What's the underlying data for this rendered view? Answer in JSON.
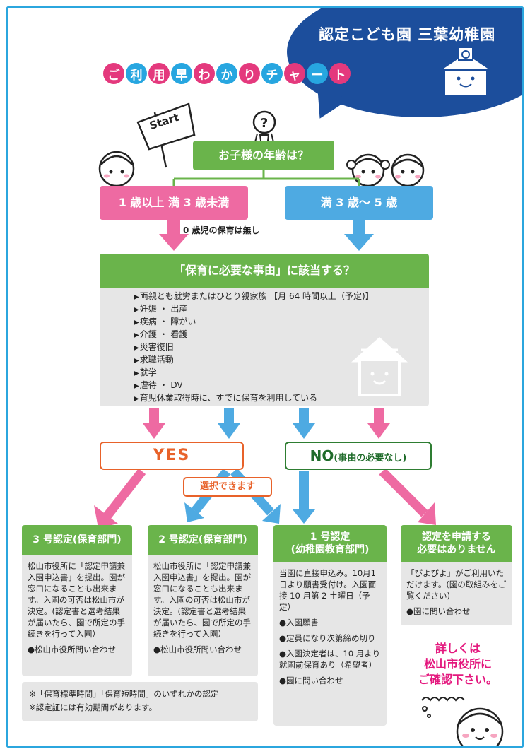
{
  "header": {
    "school_name": "認定こども園  三葉幼稚園",
    "chart_title_chars": [
      "ご",
      "利",
      "用",
      "早",
      "わ",
      "か",
      "り",
      "チ",
      "ャ",
      "ー",
      "ト"
    ],
    "start_flag": "Start"
  },
  "flow": {
    "question_age": "お子様の年齢は？",
    "age_option_1": "1 歳以上 満 3 歳未満",
    "age_option_2": "満 3 歳〜 5 歳",
    "age_note": "0 歳児の保育は無し",
    "question_reason": "「保育に必要な事由」に該当する？",
    "reasons": [
      "両親とも就労またはひとり親家族 【月 64 時間以上（予定)】",
      "妊娠 ・ 出産",
      "疾病 ・ 障がい",
      "介護 ・ 看護",
      "災害復旧",
      "求職活動",
      "就学",
      "虐待 ・ DV",
      "育児休業取得時に、すでに保育を利用している"
    ],
    "yes_label": "YES",
    "no_label": "NO",
    "no_sub": "(事由の必要なし)",
    "choose_label": "選択できます"
  },
  "cards": {
    "c3": {
      "title": "3 号認定(保育部門)",
      "body": "松山市役所に「認定申請兼入園申込書」を提出。園が窓口になることも出来ます。入園の可否は松山市が決定。(認定書と選考結果が届いたら、園で所定の手続きを行って入園）",
      "contact": "●松山市役所問い合わせ"
    },
    "c2": {
      "title": "2 号認定(保育部門)",
      "body": "松山市役所に「認定申請兼入園申込書」を提出。園が窓口になることも出来ます。入園の可否は松山市が決定。(認定書と選考結果が届いたら、園で所定の手続きを行って入園）",
      "contact": "●松山市役所問い合わせ"
    },
    "c1": {
      "title_1": "1 号認定",
      "title_2": "(幼稚園教育部門)",
      "body": "当園に直接申込み。10月1日より願書受付け。入園面接 10 月第 2 土曜日（予定）",
      "items": [
        "●入園願書",
        "●定員になり次第締め切り",
        "●入園決定者は、10 月より就園前保育あり（希望者）",
        "●園に問い合わせ"
      ]
    },
    "cn": {
      "title_1": "認定を申請する",
      "title_2": "必要はありません",
      "body": "「ぴよぴよ」がご利用いただけます。(園の取組みをご覧ください)",
      "contact": "●園に問い合わせ"
    }
  },
  "footnote": {
    "line1": "※「保育標準時間」「保育短時間」のいずれかの認定",
    "line2": "※認定証には有効期間があります。"
  },
  "contact_note": {
    "line1": "詳しくは",
    "line2": "松山市役所に",
    "line3": "ご確認下さい。"
  },
  "colors": {
    "green": "#6ab44b",
    "pink": "#ee6aa2",
    "blue": "#4eaae2",
    "navy": "#1c4e9c",
    "orange": "#e8622a",
    "magenta": "#e4187e"
  }
}
